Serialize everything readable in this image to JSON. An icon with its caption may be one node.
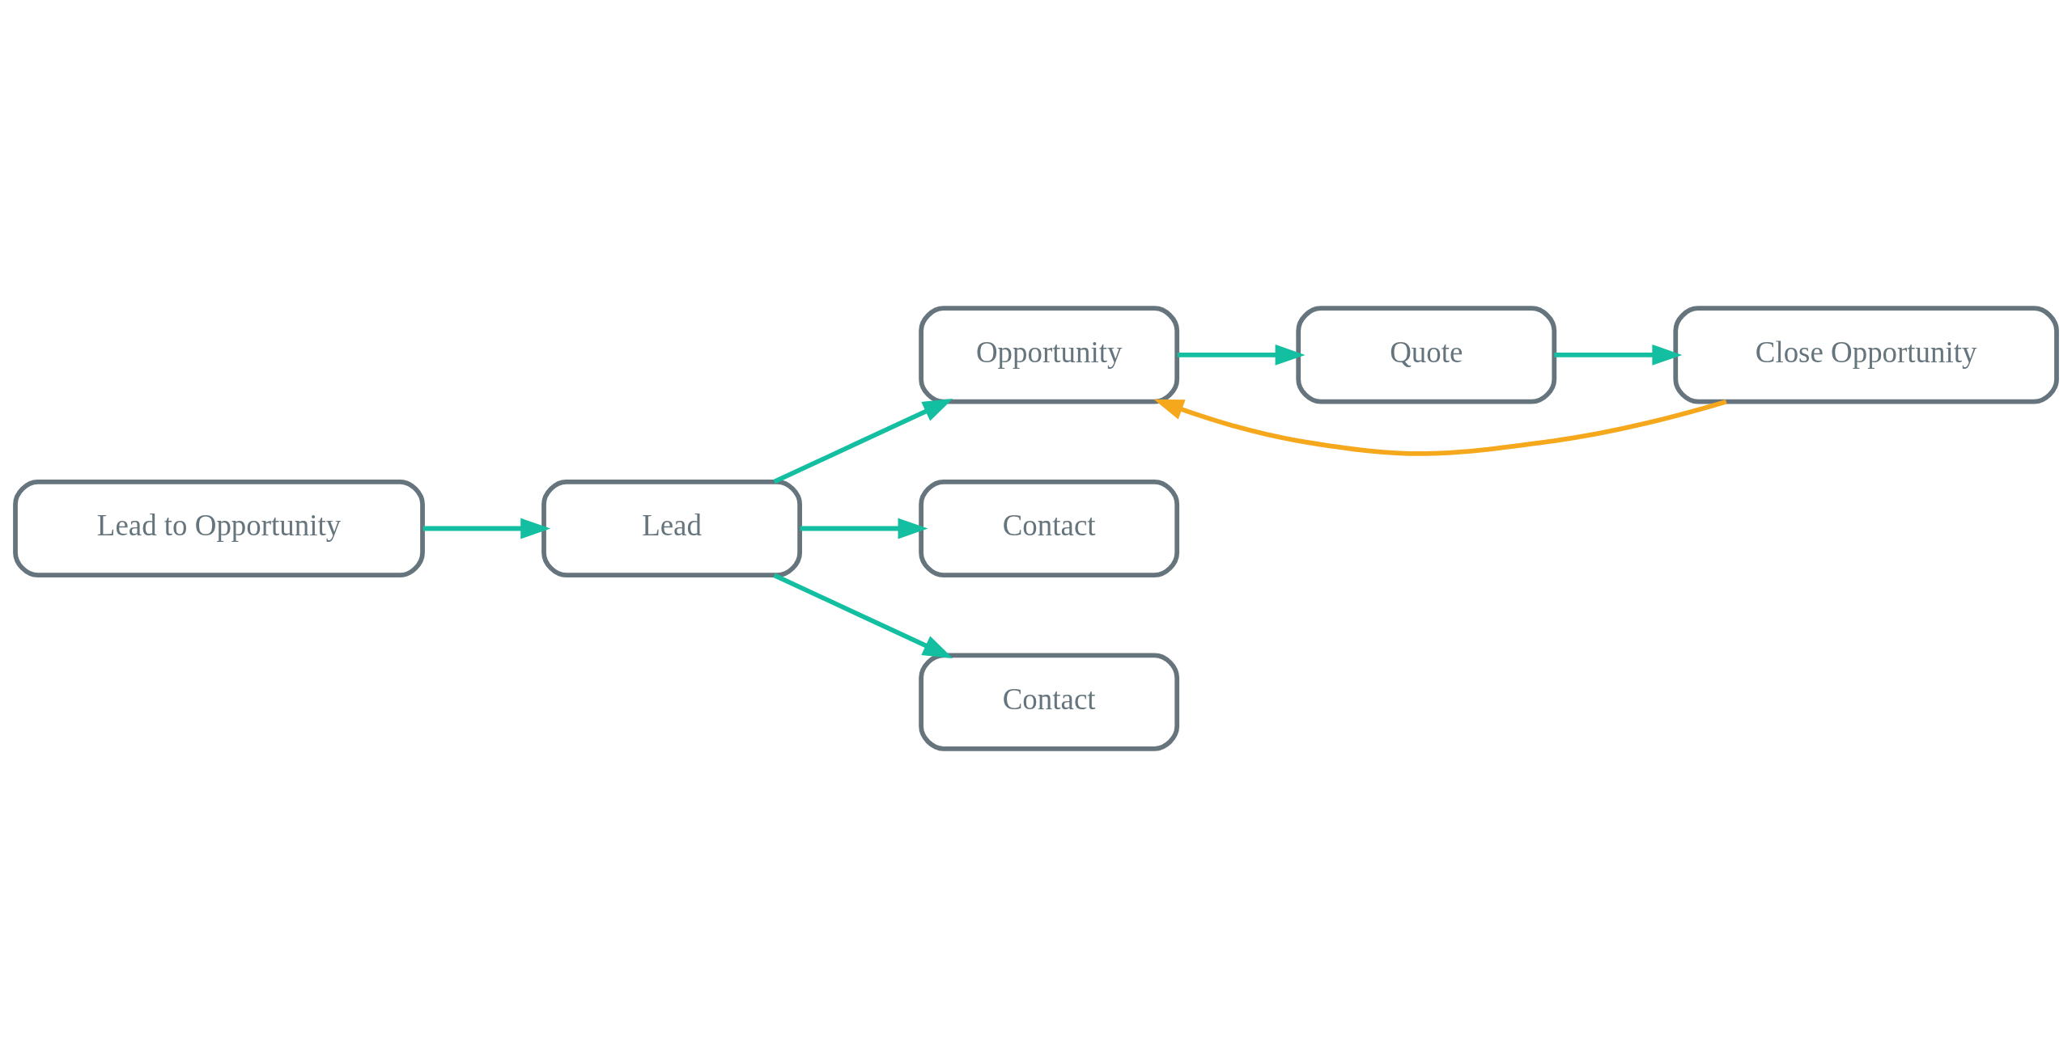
{
  "diagram": {
    "nodes": [
      {
        "text": [
          "Lead to Opportunity"
        ]
      },
      {
        "text": [
          "Lead"
        ]
      },
      {
        "text": [
          "Opportunity"
        ]
      },
      {
        "text": [
          "Quote"
        ]
      },
      {
        "text": [
          "Close Opportunity"
        ]
      },
      {
        "text": [
          "Contact"
        ]
      },
      {
        "text": [
          "Contact"
        ]
      }
    ],
    "edges": [
      {
        "from": 0,
        "to": 1,
        "arrow": "to"
      },
      {
        "from": 1,
        "to": 2,
        "arrow": "to"
      },
      {
        "from": 2,
        "to": 3,
        "arrow": "to"
      },
      {
        "from": 3,
        "to": 4,
        "arrow": "to"
      },
      {
        "from": 4,
        "to": 2,
        "arrow": "to",
        "color": "#f5a81c"
      },
      {
        "from": 1,
        "to": 5,
        "arrow": "to"
      },
      {
        "from": 1,
        "to": 6,
        "arrow": "to"
      }
    ]
  }
}
